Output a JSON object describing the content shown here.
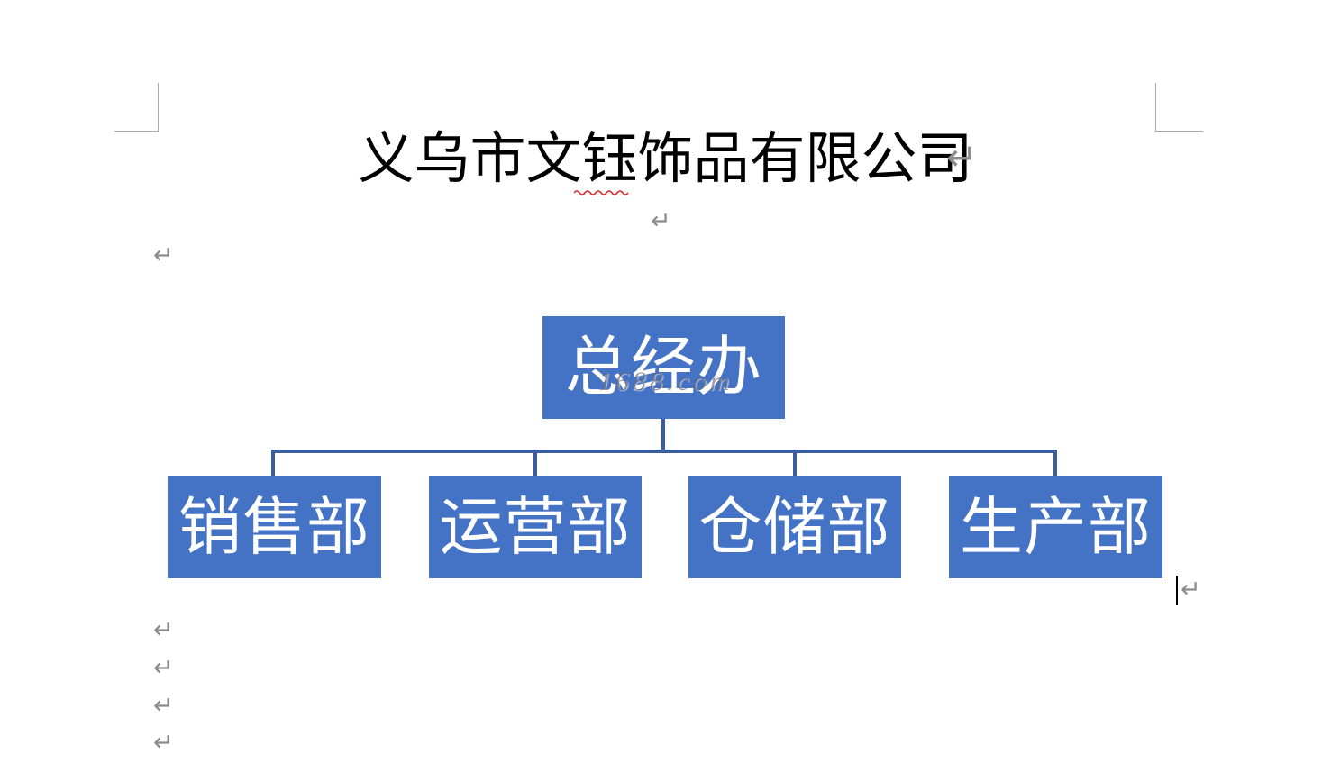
{
  "doc": {
    "title": "义乌市文钰饰品有限公司",
    "title_color": "#000000",
    "background": "#ffffff"
  },
  "spellcheck": {
    "underline_style": "wavy",
    "underline_color": "#d22a2a",
    "flagged_text": "文钰"
  },
  "watermark": {
    "text": "1688.com",
    "color": "#5f5f69"
  },
  "org_chart": {
    "type": "org-tree",
    "box_fill": "#4472C4",
    "box_text_color": "#ffffff",
    "connector_color": "#3A5E9E",
    "root": {
      "label": "总经办"
    },
    "children": [
      {
        "label": "销售部"
      },
      {
        "label": "运营部"
      },
      {
        "label": "仓储部"
      },
      {
        "label": "生产部"
      }
    ]
  },
  "formatting_marks": {
    "pilcrow_glyph": "↵",
    "color": "#8c8c8c",
    "count": 8
  },
  "caret": {
    "visible": true,
    "color": "#000000"
  }
}
